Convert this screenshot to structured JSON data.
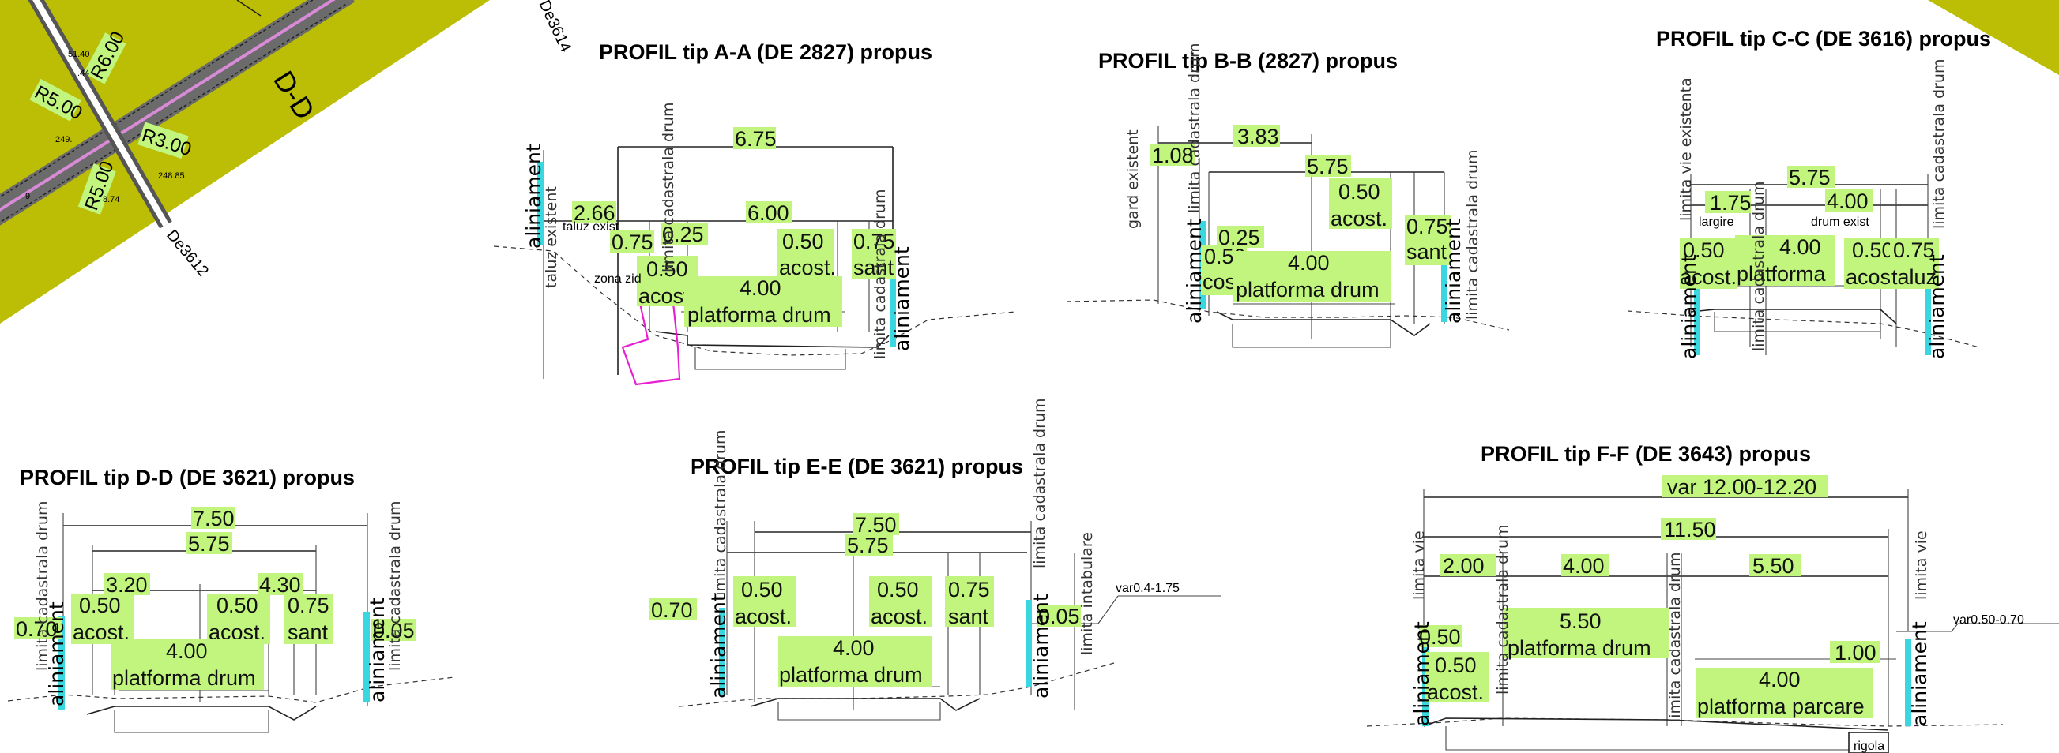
{
  "map": {
    "road_label": "D-D",
    "parcel_top": "De3614",
    "parcel_bottom": "De3612",
    "radii": [
      "R6.00",
      "R5.00",
      "R3.00",
      "R5.00"
    ],
    "small_values": [
      "51.40",
      ".44",
      "248.85",
      "249.",
      "8.74",
      "9"
    ]
  },
  "sections": {
    "aa": {
      "title": "PROFIL  tip A-A (DE 2827) propus",
      "dims": [
        "6.75",
        "2.66",
        "6.00",
        "0.75",
        "0.25",
        "0.50",
        "0.75",
        "0.50",
        "4.00"
      ],
      "labels": [
        "acost.",
        "sant",
        "acost.",
        "platforma drum"
      ],
      "notes": [
        "taluz exist",
        "zona zid"
      ],
      "vlabels": [
        "aliniament",
        "taluz  existent",
        "limita  cadastrala  drum",
        "limita  cadastrala  drum",
        "aliniament"
      ]
    },
    "bb": {
      "title": "PROFIL  tip B-B (2827) propus",
      "dims": [
        "3.83",
        "1.08",
        "5.75",
        "0.50",
        "0.75",
        "0.25",
        "0.50",
        "4.00"
      ],
      "labels": [
        "acost.",
        "sant",
        "cost.",
        "platforma drum"
      ],
      "vlabels": [
        "gard  existent",
        "limita  cadastrala  drum",
        "aliniament",
        "aliniament",
        "limita  cadastrala  drum"
      ]
    },
    "cc": {
      "title": "PROFIL  tip C-C (DE 3616) propus",
      "dims": [
        "5.75",
        "1.75",
        "4.00",
        "0.50",
        "4.00",
        "0.50",
        "0.75"
      ],
      "labels": [
        "largire",
        "drum  exist",
        "acost.",
        "platforma",
        "acost.",
        "taluz"
      ],
      "vlabels": [
        "limita  vie  existenta",
        "limita  cadastrala  drum",
        "aliniament",
        "aliniament",
        "limita  cadastrala  drum"
      ]
    },
    "dd": {
      "title": "PROFIL  tip D-D (DE 3621) propus",
      "dims": [
        "7.50",
        "5.75",
        "3.20",
        "4.30",
        "0.70",
        "0.50",
        "0.50",
        "0.75",
        "0.05",
        "4.00"
      ],
      "labels": [
        "acost.",
        "acost.",
        "sant",
        "platforma drum"
      ],
      "vlabels": [
        "limita  cadastrala  drum",
        "aliniament",
        "aliniament",
        "limita  cadastrala  drum"
      ]
    },
    "ee": {
      "title": "PROFIL  tip E-E (DE 3621) propus",
      "dims": [
        "7.50",
        "5.75",
        "0.70",
        "0.50",
        "0.50",
        "0.75",
        "0.05",
        "4.00"
      ],
      "labels": [
        "acost.",
        "acost.",
        "sant",
        "platforma drum"
      ],
      "notes": [
        "var0.4-1.75"
      ],
      "vlabels": [
        "limita  cadastrala  drum",
        "aliniament",
        "limita  cadastrala  drum",
        "aliniament",
        "limita  intabulare"
      ]
    },
    "ff": {
      "title": "PROFIL  tip F-F (DE 3643) propus",
      "dims": [
        "var 12.00-12.20",
        "11.50",
        "2.00",
        "4.00",
        "5.50",
        "5.50",
        "0.50",
        "0.50",
        "1.00",
        "4.00"
      ],
      "labels": [
        "platforma drum",
        "acost.",
        "platforma parcare"
      ],
      "notes": [
        "var0.50-0.70",
        "rigola"
      ],
      "vlabels": [
        "limita  vie",
        "limita  cadastrala  drum",
        "limita  cadastrala  drum",
        "aliniament",
        "aliniament",
        "limita  vie"
      ]
    }
  },
  "colors": {
    "background_map": "#bcbd05",
    "highlight": "#c2f57e",
    "aliniament": "#3ad7e0",
    "wall": "#e81fd0"
  }
}
